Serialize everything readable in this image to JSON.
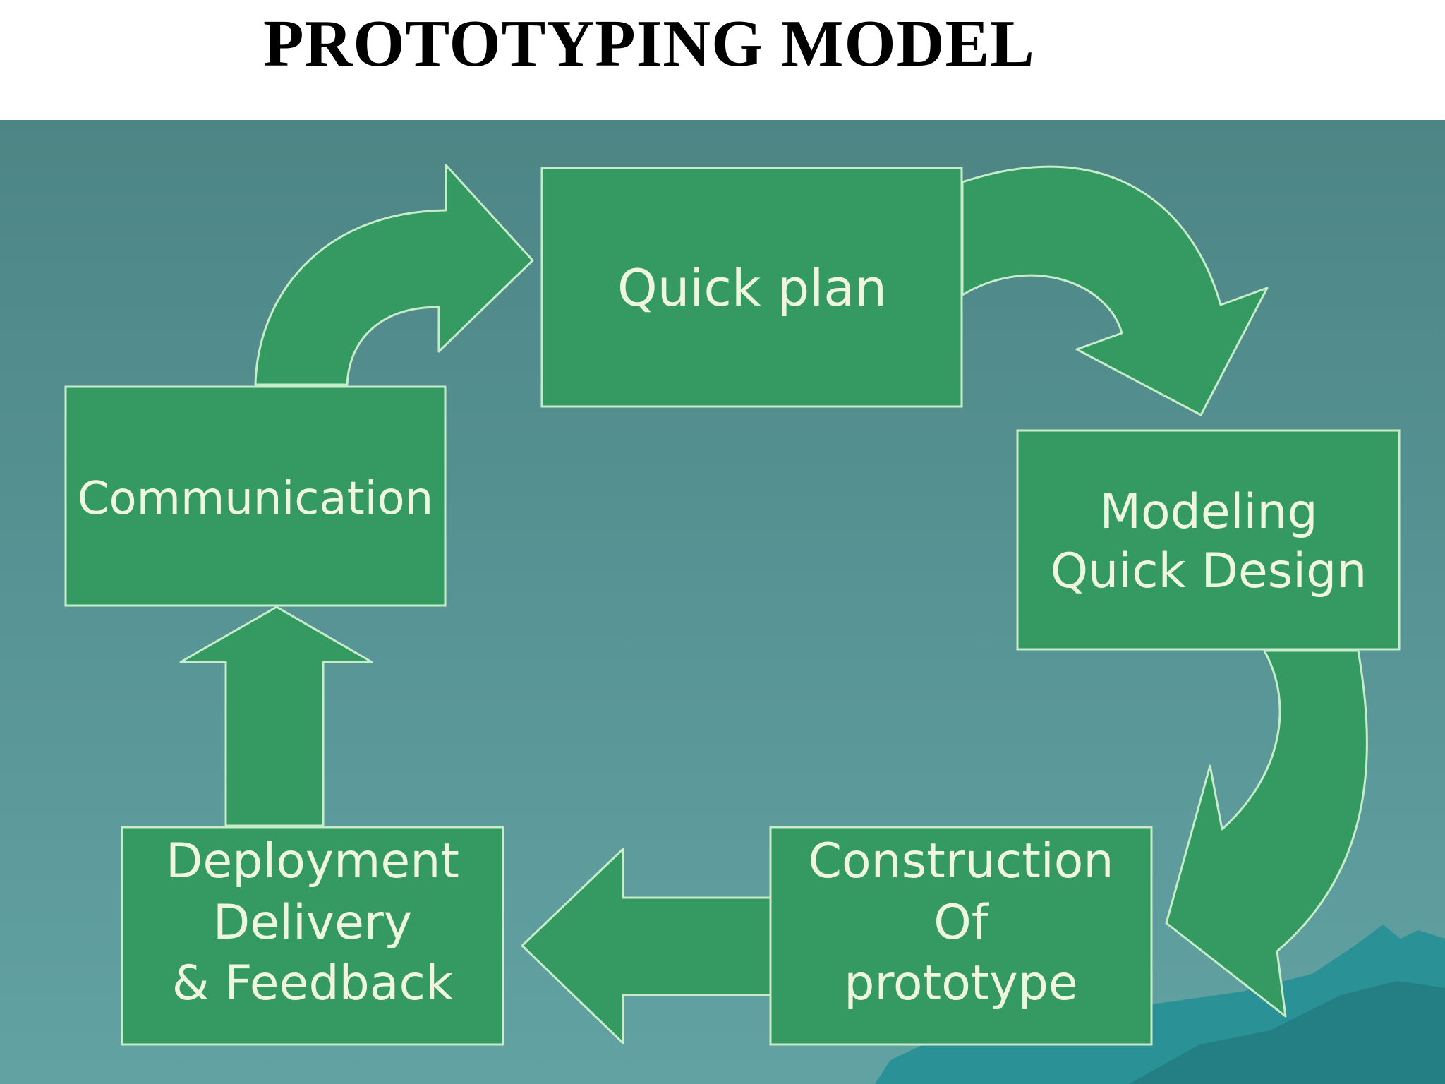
{
  "title": "PROTOTYPING MODEL",
  "colors": {
    "background_top": "#4d8585",
    "background_bottom": "#62a2a3",
    "box_fill": "#349a62",
    "outline": "#c7ecc9",
    "text": "#eef6dc",
    "mountain": "#2a9296"
  },
  "stages": {
    "communication": {
      "lines": [
        "Communication"
      ]
    },
    "quick_plan": {
      "lines": [
        "Quick plan"
      ]
    },
    "modeling": {
      "lines": [
        "Modeling",
        "Quick Design"
      ]
    },
    "construction": {
      "lines": [
        "Construction",
        "Of",
        "prototype"
      ]
    },
    "deployment": {
      "lines": [
        "Deployment",
        "Delivery",
        "& Feedback"
      ]
    }
  }
}
